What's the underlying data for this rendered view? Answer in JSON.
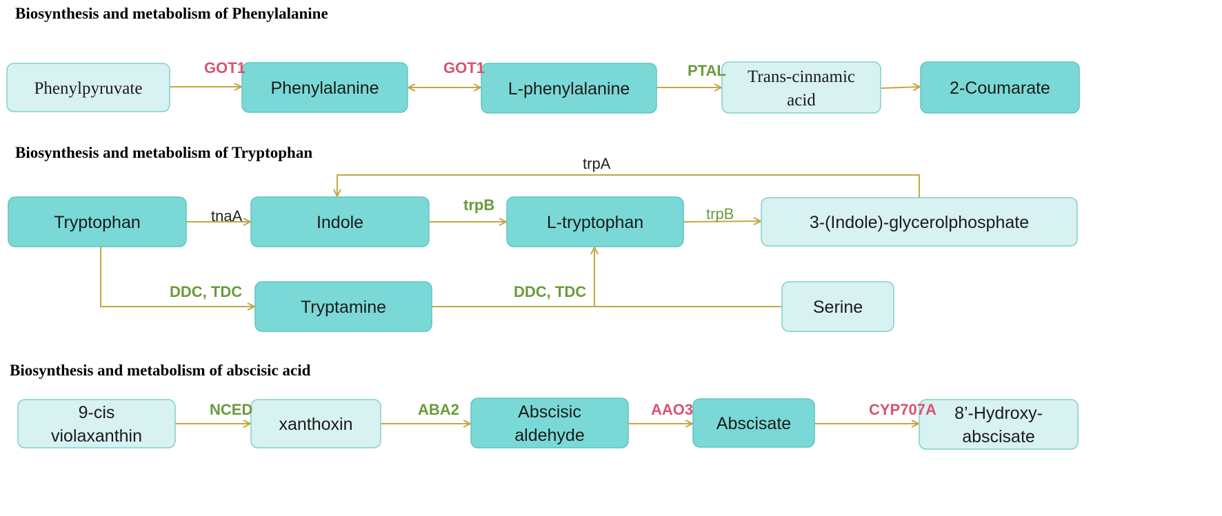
{
  "colors": {
    "dark_box": "#7ad9d6",
    "dark_box_stroke": "#5ec4c1",
    "light_box": "#d8f2f1",
    "light_box_stroke": "#7fd0cc",
    "arrow": "#c5a63e",
    "enzyme_red": "#d9536f",
    "enzyme_green": "#6a9a3a",
    "enzyme_black": "#222222"
  },
  "sections": [
    {
      "id": "phe",
      "title": "Biosynthesis and metabolism of Phenylalanine"
    },
    {
      "id": "trp",
      "title": "Biosynthesis and metabolism of Tryptophan"
    },
    {
      "id": "aba",
      "title": "Biosynthesis and metabolism of abscisic acid"
    }
  ],
  "nodes": [
    {
      "id": "phenylpyruvate",
      "lines": [
        "Phenylpyruvate"
      ],
      "style": "light",
      "font": "serif"
    },
    {
      "id": "phenylalanine",
      "lines": [
        "Phenylalanine"
      ],
      "style": "dark",
      "font": "sans"
    },
    {
      "id": "l-phenylalanine",
      "lines": [
        "L-phenylalanine"
      ],
      "style": "dark",
      "font": "sans"
    },
    {
      "id": "trans-cinnamic",
      "lines": [
        "Trans-cinnamic",
        "acid"
      ],
      "style": "light",
      "font": "serif"
    },
    {
      "id": "2-coumarate",
      "lines": [
        "2-Coumarate"
      ],
      "style": "dark",
      "font": "sans"
    },
    {
      "id": "tryptophan",
      "lines": [
        "Tryptophan"
      ],
      "style": "dark",
      "font": "sans"
    },
    {
      "id": "indole",
      "lines": [
        "Indole"
      ],
      "style": "dark",
      "font": "sans"
    },
    {
      "id": "l-tryptophan",
      "lines": [
        "L-tryptophan"
      ],
      "style": "dark",
      "font": "sans"
    },
    {
      "id": "indole-glycerolphosphate",
      "lines": [
        "3-(Indole)-glycerolphosphate"
      ],
      "style": "light",
      "font": "sans"
    },
    {
      "id": "tryptamine",
      "lines": [
        "Tryptamine"
      ],
      "style": "dark",
      "font": "sans"
    },
    {
      "id": "serine",
      "lines": [
        "Serine"
      ],
      "style": "light",
      "font": "sans"
    },
    {
      "id": "9-cis-violaxanthin",
      "lines": [
        "9-cis",
        "violaxanthin"
      ],
      "style": "light",
      "font": "sans"
    },
    {
      "id": "xanthoxin",
      "lines": [
        "xanthoxin"
      ],
      "style": "light",
      "font": "sans"
    },
    {
      "id": "abscisic-aldehyde",
      "lines": [
        "Abscisic",
        "aldehyde"
      ],
      "style": "dark",
      "font": "sans"
    },
    {
      "id": "abscisate",
      "lines": [
        "Abscisate"
      ],
      "style": "dark",
      "font": "sans"
    },
    {
      "id": "8-hydroxy-abscisate",
      "lines": [
        "8’-Hydroxy-",
        "abscisate"
      ],
      "style": "light",
      "font": "sans"
    }
  ],
  "enzymes": [
    {
      "id": "got1-a",
      "text": "GOT1",
      "color": "red",
      "bold": true
    },
    {
      "id": "got1-b",
      "text": "GOT1",
      "color": "red",
      "bold": true
    },
    {
      "id": "ptal",
      "text": "PTAL",
      "color": "green",
      "bold": true
    },
    {
      "id": "trpa",
      "text": "trpA",
      "color": "black",
      "bold": false
    },
    {
      "id": "tnaa",
      "text": "tnaA",
      "color": "black",
      "bold": false
    },
    {
      "id": "trpb-a",
      "text": "trpB",
      "color": "green",
      "bold": true
    },
    {
      "id": "trpb-b",
      "text": "trpB",
      "color": "green",
      "bold": false
    },
    {
      "id": "ddc-tdc-a",
      "text": "DDC, TDC",
      "color": "green",
      "bold": true
    },
    {
      "id": "ddc-tdc-b",
      "text": "DDC, TDC",
      "color": "green",
      "bold": true
    },
    {
      "id": "nced",
      "text": "NCED",
      "color": "green",
      "bold": true
    },
    {
      "id": "aba2",
      "text": "ABA2",
      "color": "green",
      "bold": true
    },
    {
      "id": "aao3",
      "text": "AAO3",
      "color": "red",
      "bold": true
    },
    {
      "id": "cyp707a",
      "text": "CYP707A",
      "color": "red",
      "bold": true
    }
  ]
}
